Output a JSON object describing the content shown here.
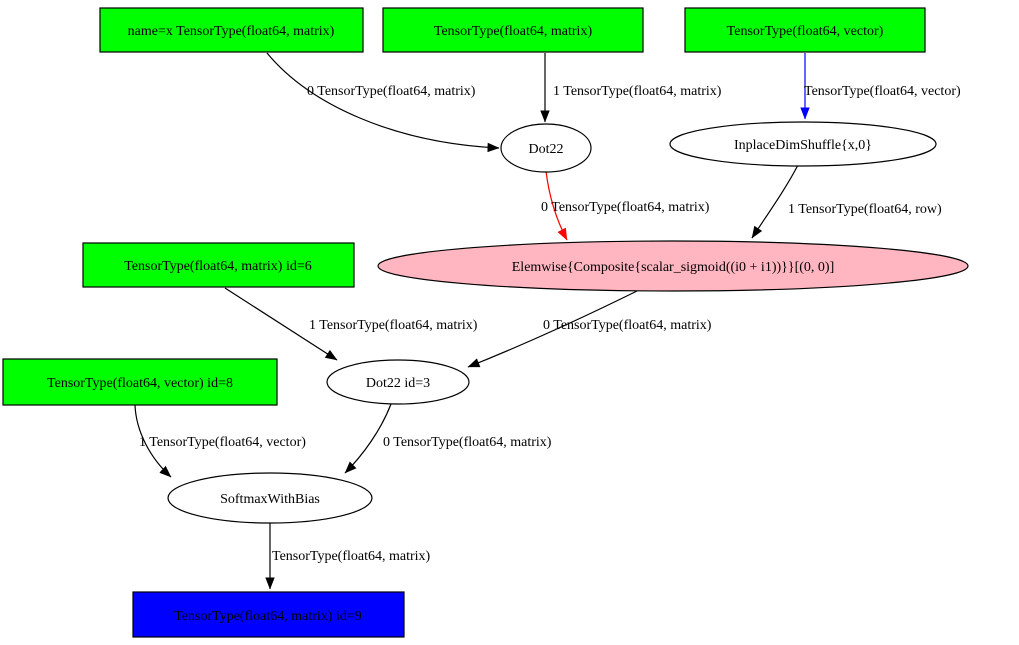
{
  "diagram": {
    "nodes": {
      "input_x": {
        "label": "name=x TensorType(float64, matrix)"
      },
      "input_w": {
        "label": "TensorType(float64, matrix)"
      },
      "input_v": {
        "label": "TensorType(float64, vector)"
      },
      "dot22": {
        "label": "Dot22"
      },
      "dimshuffle": {
        "label": "InplaceDimShuffle{x,0}"
      },
      "elemwise_sigmoid": {
        "label": "Elemwise{Composite{scalar_sigmoid((i0 + i1))}}[(0, 0)]"
      },
      "input_id6": {
        "label": "TensorType(float64, matrix) id=6"
      },
      "dot22_id3": {
        "label": "Dot22 id=3"
      },
      "input_id8": {
        "label": "TensorType(float64, vector) id=8"
      },
      "softmax_with_bias": {
        "label": "SoftmaxWithBias"
      },
      "output_id9": {
        "label": "TensorType(float64, matrix) id=9"
      }
    },
    "edges": {
      "x_to_dot22": {
        "label": "0 TensorType(float64, matrix)"
      },
      "w_to_dot22": {
        "label": "1 TensorType(float64, matrix)"
      },
      "v_to_dimshuffle": {
        "label": "TensorType(float64, vector)"
      },
      "dot22_to_elemwise": {
        "label": "0 TensorType(float64, matrix)"
      },
      "dimshuffle_to_elemwise": {
        "label": "1 TensorType(float64, row)"
      },
      "id6_to_dot22id3": {
        "label": "1 TensorType(float64, matrix)"
      },
      "elemwise_to_dot22id3": {
        "label": "0 TensorType(float64, matrix)"
      },
      "id8_to_softmax": {
        "label": "1 TensorType(float64, vector)"
      },
      "dot22id3_to_softmax": {
        "label": "0 TensorType(float64, matrix)"
      },
      "softmax_to_output": {
        "label": "TensorType(float64, matrix)"
      }
    },
    "colors": {
      "input_fill": "#00ff00",
      "output_fill": "#0000ff",
      "apply_fill": "#ffffff",
      "elemwise_fill": "#ffb6c1",
      "edge_black": "#000000",
      "edge_red": "#ff0000",
      "edge_blue": "#0000ff"
    }
  }
}
